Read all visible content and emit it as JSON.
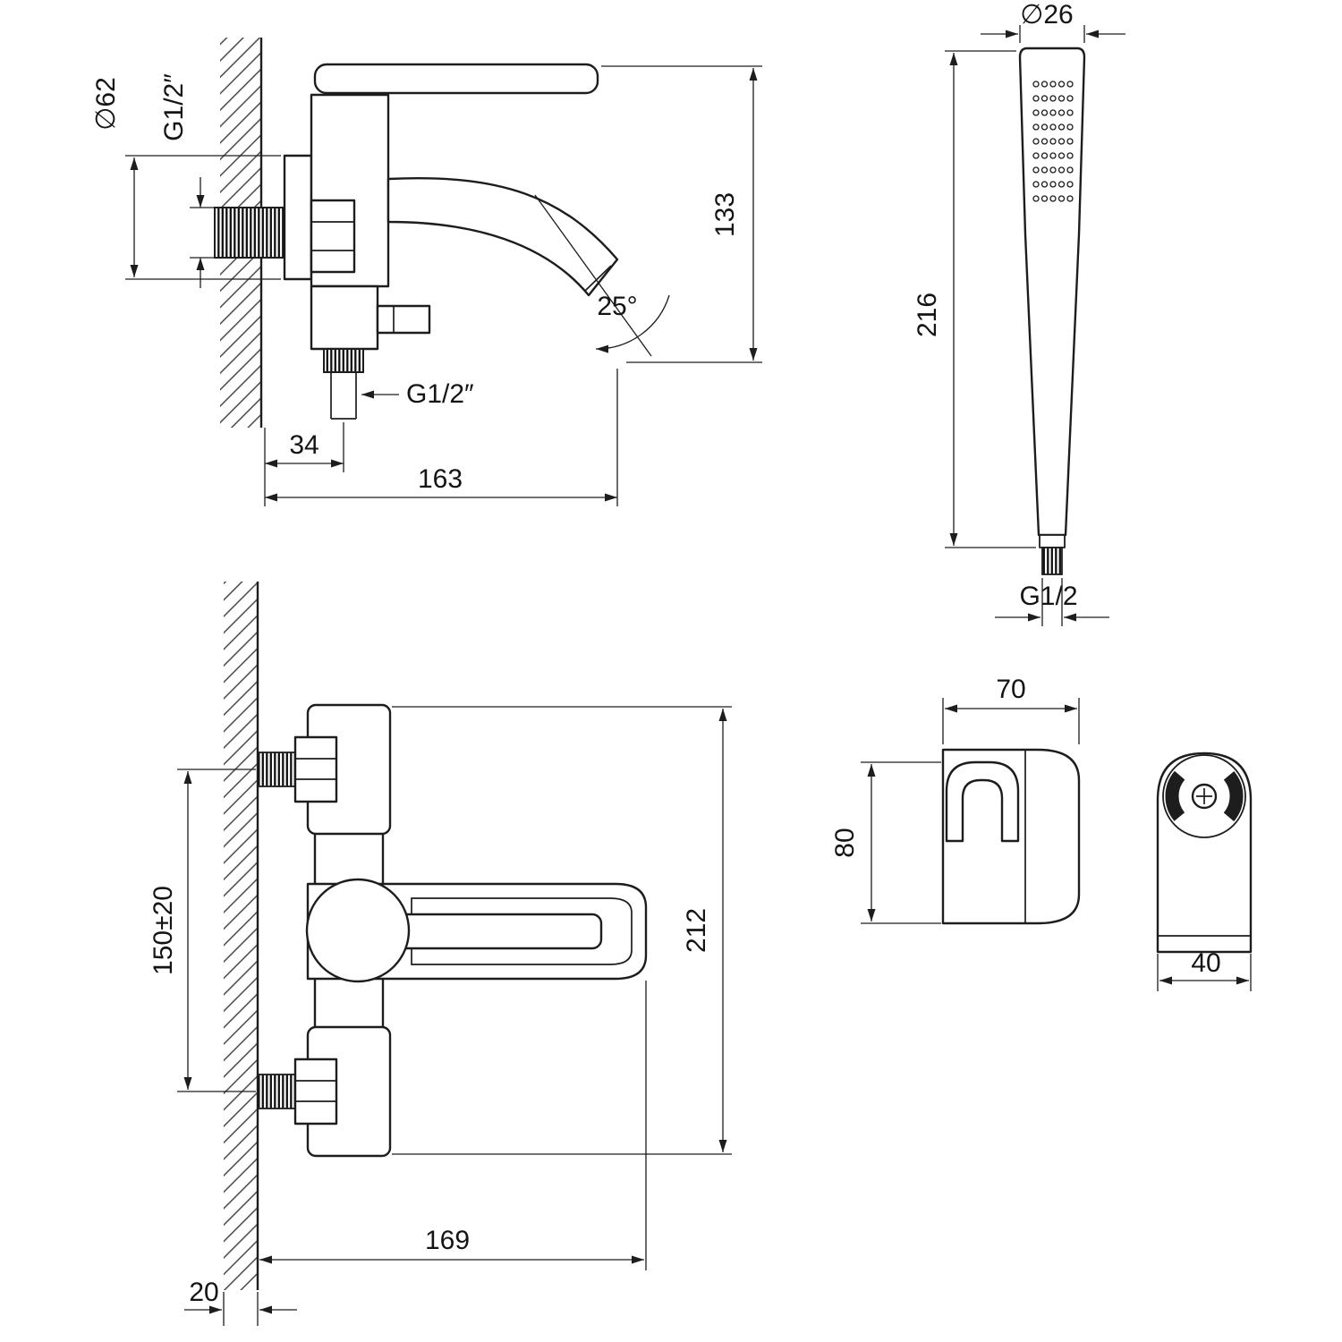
{
  "views": {
    "mixer_side": {
      "flange_diameter": "∅62",
      "inlet_thread": "G1/2″",
      "height": "133",
      "spout_angle": "25°",
      "outlet_thread": "G1/2″",
      "outlet_offset": "34",
      "reach": "163"
    },
    "hand_shower": {
      "head_diameter": "∅26",
      "length": "216",
      "thread": "G1/2"
    },
    "mixer_front": {
      "inlet_spacing": "150±20",
      "height": "212",
      "width": "169",
      "wall_thickness": "20"
    },
    "holder": {
      "width": "70",
      "height": "80",
      "depth": "40"
    }
  },
  "style": {
    "line_color": "#1d1d1d",
    "background": "#ffffff"
  }
}
